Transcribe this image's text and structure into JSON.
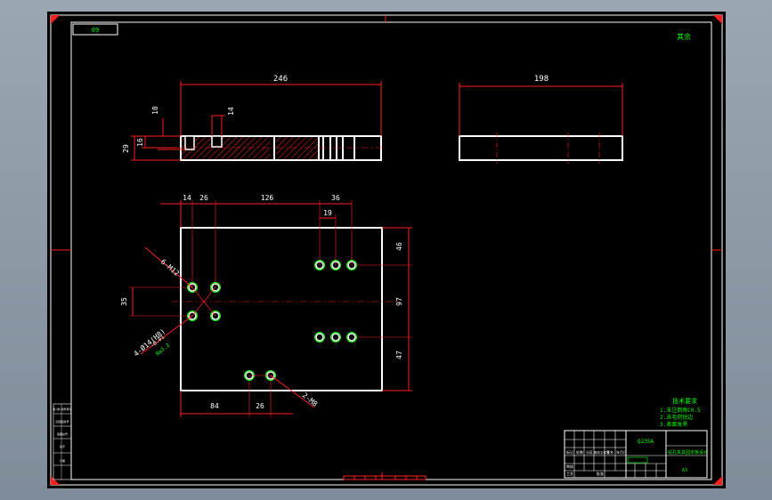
{
  "colors": {
    "frame": "#ffffff",
    "dimension": "#ff2020",
    "text": "#ffffff",
    "green": "#00ff00",
    "hatch": "#ff2020",
    "background": "#000000"
  },
  "top_view": {
    "overall_width": "246",
    "slot_depth": "10",
    "height": "29",
    "inner_height": "16",
    "slot_width": "14"
  },
  "side_view": {
    "width": "198"
  },
  "plan_view": {
    "dims_top": [
      "14",
      "26",
      "126",
      "36",
      "19"
    ],
    "dims_right": [
      "46",
      "97",
      "47"
    ],
    "dim_left": "35",
    "dims_bottom": [
      "84",
      "26"
    ],
    "callout_tap": "6-M12",
    "callout_bore": "4-Ø14(H8)",
    "callout_bore_sub": "-0.01",
    "callout_bore_green": "Ra3.2",
    "callout_pin": "2-M8"
  },
  "corner_note": "其余",
  "notes_title": "技术要求",
  "notes": [
    "1.未注倒角C0.5",
    "2.去毛刺锐边",
    "3.表面发黑"
  ],
  "title_block": {
    "material": "Q235A",
    "name": "钻孔夹具固定板设计",
    "scale": "A3",
    "labels": [
      "标记",
      "处数",
      "分区",
      "更改文件号",
      "签名",
      "年月日"
    ],
    "bottom": [
      "审核",
      "工艺",
      "批准"
    ]
  },
  "left_strip": [
    "借(通)用件登记",
    "旧底图总号",
    "底图总号",
    "签字",
    "日期"
  ],
  "top_left_tag": "09"
}
